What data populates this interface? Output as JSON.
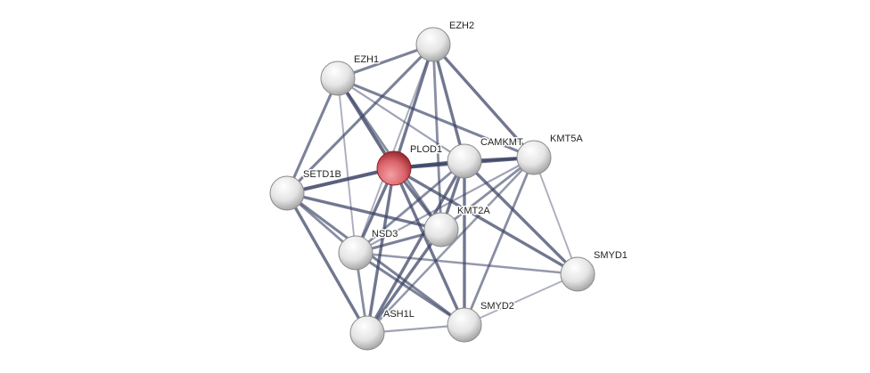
{
  "network": {
    "query_node": "PLOD1",
    "colors": {
      "query": "#d9636a",
      "node": "#e6e6e6",
      "edge": "#3c4466"
    },
    "nodes": [
      {
        "id": "EZH2",
        "label": "EZH2"
      },
      {
        "id": "EZH1",
        "label": "EZH1"
      },
      {
        "id": "PLOD1",
        "label": "PLOD1"
      },
      {
        "id": "CAMKMT",
        "label": "CAMKMT"
      },
      {
        "id": "KMT5A",
        "label": "KMT5A"
      },
      {
        "id": "SETD1B",
        "label": "SETD1B"
      },
      {
        "id": "KMT2A",
        "label": "KMT2A"
      },
      {
        "id": "NSD3",
        "label": "NSD3"
      },
      {
        "id": "SMYD1",
        "label": "SMYD1"
      },
      {
        "id": "ASH1L",
        "label": "ASH1L"
      },
      {
        "id": "SMYD2",
        "label": "SMYD2"
      }
    ],
    "edges": [
      [
        "EZH2",
        "EZH1",
        0.7
      ],
      [
        "EZH2",
        "PLOD1",
        0.8
      ],
      [
        "EZH2",
        "SETD1B",
        0.7
      ],
      [
        "EZH2",
        "CAMKMT",
        0.8
      ],
      [
        "EZH2",
        "KMT5A",
        0.8
      ],
      [
        "EZH2",
        "KMT2A",
        0.6
      ],
      [
        "EZH2",
        "NSD3",
        0.3
      ],
      [
        "EZH1",
        "PLOD1",
        0.9
      ],
      [
        "EZH1",
        "SETD1B",
        0.7
      ],
      [
        "EZH1",
        "NSD3",
        0.3
      ],
      [
        "EZH1",
        "KMT5A",
        0.7
      ],
      [
        "EZH1",
        "CAMKMT",
        0.4
      ],
      [
        "EZH1",
        "KMT2A",
        0.6
      ],
      [
        "PLOD1",
        "CAMKMT",
        1.0
      ],
      [
        "PLOD1",
        "KMT5A",
        0.9
      ],
      [
        "PLOD1",
        "SETD1B",
        1.0
      ],
      [
        "PLOD1",
        "KMT2A",
        0.8
      ],
      [
        "PLOD1",
        "NSD3",
        0.8
      ],
      [
        "PLOD1",
        "ASH1L",
        0.8
      ],
      [
        "PLOD1",
        "SMYD2",
        0.8
      ],
      [
        "PLOD1",
        "SMYD1",
        0.8
      ],
      [
        "CAMKMT",
        "KMT2A",
        0.8
      ],
      [
        "CAMKMT",
        "NSD3",
        0.6
      ],
      [
        "CAMKMT",
        "ASH1L",
        0.8
      ],
      [
        "CAMKMT",
        "SMYD2",
        0.8
      ],
      [
        "CAMKMT",
        "SMYD1",
        0.8
      ],
      [
        "CAMKMT",
        "KMT5A",
        0.9
      ],
      [
        "KMT5A",
        "SMYD1",
        0.3
      ],
      [
        "KMT5A",
        "SMYD2",
        0.6
      ],
      [
        "KMT5A",
        "NSD3",
        0.4
      ],
      [
        "KMT5A",
        "KMT2A",
        0.6
      ],
      [
        "KMT5A",
        "ASH1L",
        0.5
      ],
      [
        "SETD1B",
        "KMT2A",
        0.8
      ],
      [
        "SETD1B",
        "NSD3",
        0.6
      ],
      [
        "SETD1B",
        "ASH1L",
        0.8
      ],
      [
        "SETD1B",
        "SMYD2",
        0.7
      ],
      [
        "KMT2A",
        "NSD3",
        0.7
      ],
      [
        "KMT2A",
        "ASH1L",
        0.8
      ],
      [
        "NSD3",
        "ASH1L",
        0.6
      ],
      [
        "NSD3",
        "SMYD2",
        0.7
      ],
      [
        "NSD3",
        "SMYD1",
        0.5
      ],
      [
        "ASH1L",
        "SMYD2",
        0.4
      ],
      [
        "SMYD2",
        "SMYD1",
        0.3
      ]
    ]
  }
}
